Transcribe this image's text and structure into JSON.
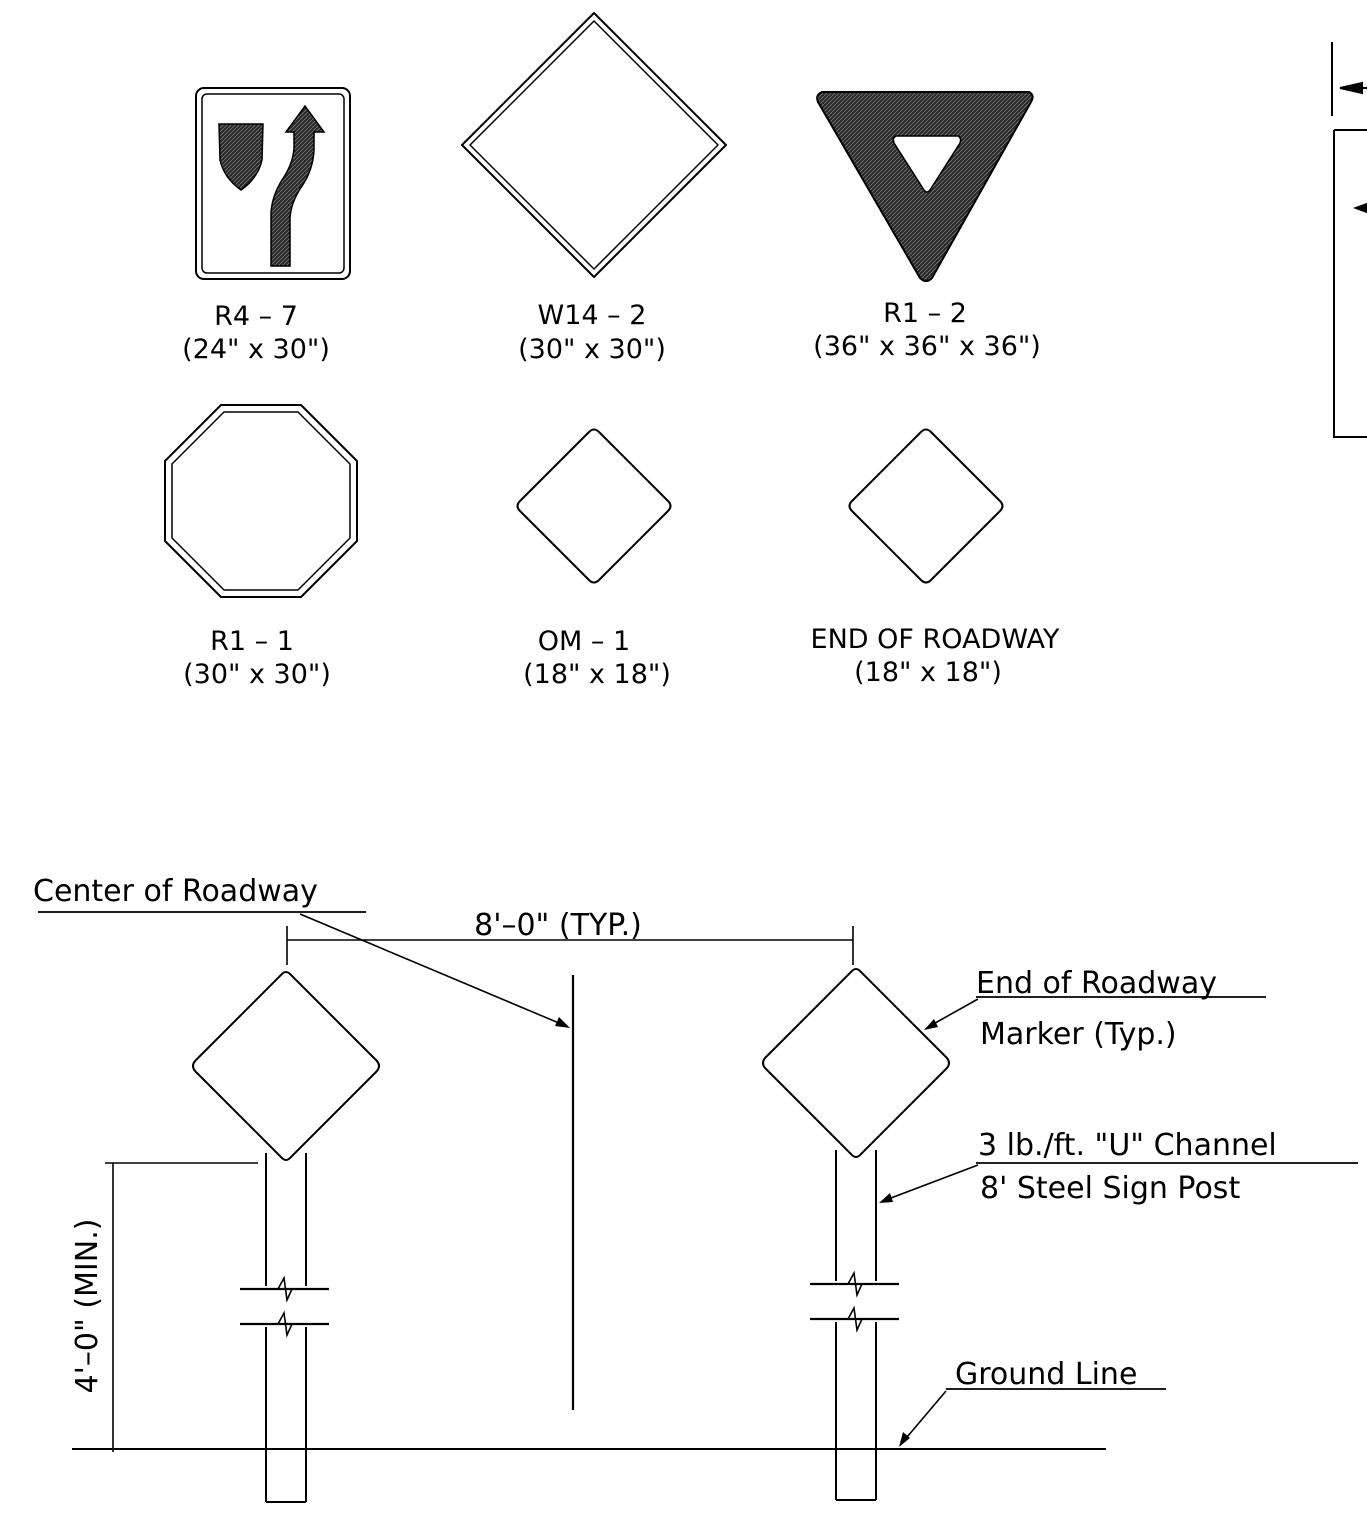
{
  "signs": [
    {
      "code": "R4 – 7",
      "size": "(24\" x 30\")"
    },
    {
      "code": "W14 – 2",
      "size": "(30\" x 30\")"
    },
    {
      "code": "R1 – 2",
      "size": "(36\" x 36\" x 36\")"
    },
    {
      "code": "R1 – 1",
      "size": "(30\" x 30\")"
    },
    {
      "code": "OM – 1",
      "size": "(18\" x 18\")"
    },
    {
      "code": "END OF ROADWAY",
      "size": "(18\" x 18\")"
    }
  ],
  "elevation": {
    "center_label": "Center of Roadway",
    "spacing_label": "8'–0\" (TYP.)",
    "height_label": "4'–0\" (MIN.)",
    "marker_line1": "End of Roadway",
    "marker_line2": "Marker (Typ.)",
    "post_line1": "3 lb./ft. \"U\" Channel",
    "post_line2": "8' Steel Sign Post",
    "ground_label": "Ground Line"
  }
}
